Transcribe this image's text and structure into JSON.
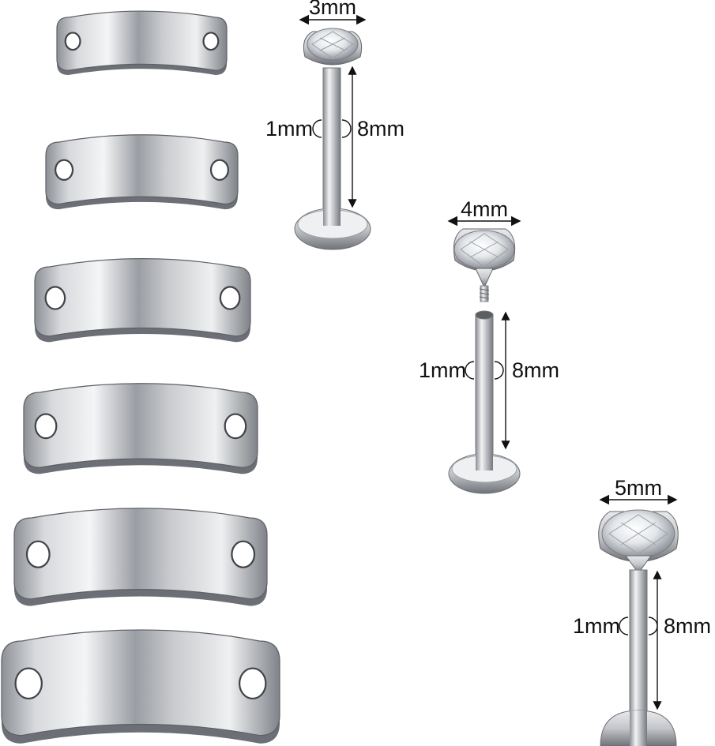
{
  "products": {
    "plates": {
      "count": 6,
      "metal_color": "#b9bcc0"
    },
    "studs": [
      {
        "top_label": "3mm",
        "gauge_label": "1mm",
        "length_label": "8mm",
        "separated": false
      },
      {
        "top_label": "4mm",
        "gauge_label": "1mm",
        "length_label": "8mm",
        "separated": true
      },
      {
        "top_label": "5mm",
        "gauge_label": "1mm",
        "length_label": "8mm",
        "separated": false
      }
    ]
  },
  "colors": {
    "dimension_lines": "#111111",
    "background": "#ffffff",
    "gem": "#f2f4f6"
  }
}
